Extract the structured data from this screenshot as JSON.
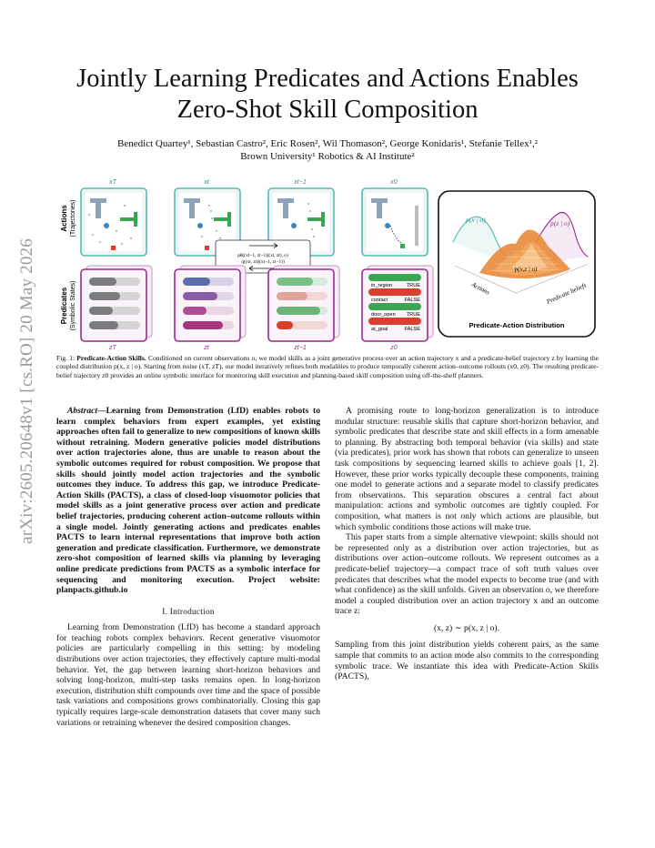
{
  "arxiv_stamp": "arXiv:2605.20648v1  [cs.RO]  20 May 2026",
  "title_line1": "Jointly Learning Predicates and Actions Enables",
  "title_line2": "Zero-Shot Skill Composition",
  "authors": "Benedict Quartey¹, Sebastian Castro², Eric Rosen², Wil Thomason², George Konidaris¹, Stefanie Tellex¹,²",
  "affiliations": "Brown University¹    Robotics & AI Institute²",
  "figure": {
    "label_actions": "Actions",
    "label_actions_sub": "(Trajectories)",
    "label_predicates": "Predicates",
    "label_predicates_sub": "(Symbolic States)",
    "top_labels": [
      "xT",
      "xt",
      "xt−1",
      "x0"
    ],
    "bottom_labels": [
      "zT",
      "zt",
      "zt−1",
      "z0"
    ],
    "center_formula_1": "pθ((xt−1, zt−1)|(xt, zt), o)",
    "center_formula_2": "q((xt, zt)|(xt−1, zt−1))",
    "predicates": [
      {
        "name": "in_region",
        "value": "TRUE"
      },
      {
        "name": "contact",
        "value": "FALSE"
      },
      {
        "name": "door_open",
        "value": "TRUE"
      },
      {
        "name": "at_goal",
        "value": "FALSE"
      }
    ],
    "dist_label_px": "p(x | o)",
    "dist_label_pz": "p(z | o)",
    "dist_label_joint": "p(x,z | o)",
    "dist_axis_actions": "Actions",
    "dist_axis_beliefs": "Predicate beliefs",
    "dist_title": "Predicate-Action Distribution",
    "colors": {
      "teal": "#58b8b0",
      "purple": "#9a2a8f",
      "green": "#3aa653",
      "red": "#d6402c",
      "blue": "#3b83c6",
      "orange": "#e58a3a"
    }
  },
  "caption": {
    "label": "Fig. 1:",
    "bold": "Predicate-Action Skills.",
    "text": "Conditioned on current observations o, we model skills as a joint generative process over an action trajectory x and a predicate-belief trajectory z by learning the coupled distribution p(x, z | o). Starting from noise (xT, zT), our model iteratively refines both modalities to produce temporally coherent action–outcome rollouts (x0, z0). The resulting predicate-belief trajectory z0 provides an online symbolic interface for monitoring skill execution and planning-based skill composition using off-the-shelf planners."
  },
  "abstract": {
    "label": "Abstract",
    "text": "—Learning from Demonstration (LfD) enables robots to learn complex behaviors from expert examples, yet existing approaches often fail to generalize to new compositions of known skills without retraining. Modern generative policies model distributions over action trajectories alone, thus are unable to reason about the symbolic outcomes required for robust composition. We propose that skills should jointly model action trajectories and the symbolic outcomes they induce. To address this gap, we introduce Predicate-Action Skills (PACTS), a class of closed-loop visuomotor policies that model skills as a joint generative process over action and predicate belief trajectories, producing coherent action–outcome rollouts within a single model. Jointly generating actions and predicates enables PACTS to learn internal representations that improve both action generation and predicate classification. Furthermore, we demonstrate zero-shot composition of learned skills via planning by leveraging online predicate predictions from PACTS as a symbolic interface for sequencing and monitoring execution. Project website: planpacts.github.io"
  },
  "section_intro": "I. Introduction",
  "intro_p1": "Learning from Demonstration (LfD) has become a standard approach for teaching robots complex behaviors. Recent generative visuomotor policies are particularly compelling in this setting: by modeling distributions over action trajectories, they effectively capture multi-modal behavior. Yet, the gap between learning short-horizon behaviors and solving long-horizon, multi-step tasks remains open. In long-horizon execution, distribution shift compounds over time and the space of possible task variations and compositions grows combinatorially. Closing this gap typically requires large-scale demonstration datasets that cover many such variations or retraining whenever the desired composition changes.",
  "right_p1": "A promising route to long-horizon generalization is to introduce modular structure: reusable skills that capture short-horizon behavior, and symbolic predicates that describe state and skill effects in a form amenable to planning. By abstracting both temporal behavior (via skills) and state (via predicates), prior work has shown that robots can generalize to unseen task compositions by sequencing learned skills to achieve goals [1, 2]. However, these prior works typically decouple these components, training one model to generate actions and a separate model to classify predicates from observations. This separation obscures a central fact about manipulation: actions and symbolic outcomes are tightly coupled. For composition, what matters is not only which actions are plausible, but which symbolic conditions those actions will make true.",
  "right_p2": "This paper starts from a simple alternative viewpoint: skills should not be represented only as a distribution over action trajectories, but as distributions over action–outcome rollouts. We represent outcomes as a predicate-belief trajectory—a compact trace of soft truth values over predicates that describes what the model expects to become true (and with what confidence) as the skill unfolds. Given an observation o, we therefore model a coupled distribution over an action trajectory x and an outcome trace z:",
  "equation": "(x, z) ∼ p(x, z | o).",
  "right_p3": "Sampling from this joint distribution yields coherent pairs, as the same sample that commits to an action mode also commits to the corresponding symbolic trace. We instantiate this idea with Predicate-Action Skills (PACTS),"
}
